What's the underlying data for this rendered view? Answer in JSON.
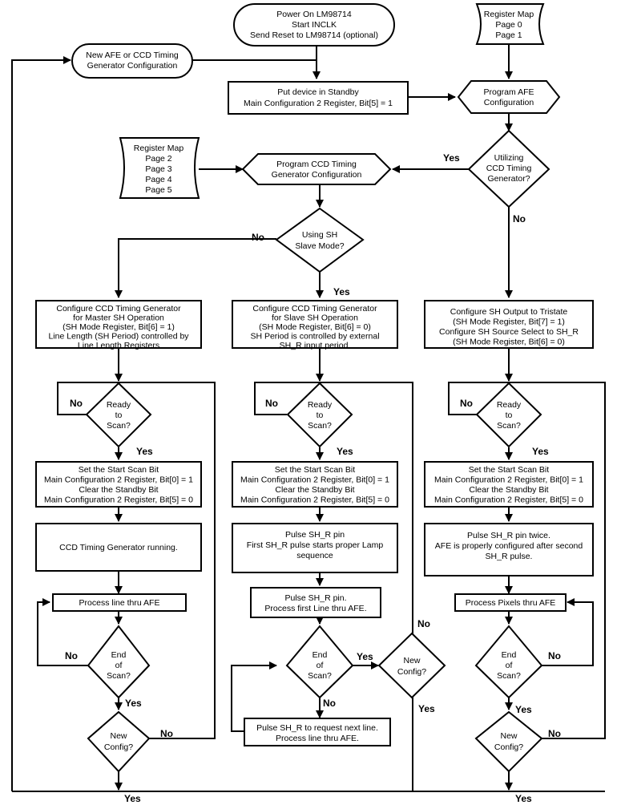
{
  "start": {
    "lines": [
      "Power On LM98714",
      "Start INCLK",
      "Send Reset to LM98714 (optional)"
    ]
  },
  "new_config": {
    "lines": [
      "New AFE or CCD Timing",
      "Generator Configuration"
    ]
  },
  "register_map_top": {
    "lines": [
      "Register Map",
      "Page 0",
      "Page 1"
    ]
  },
  "standby": {
    "lines": [
      "Put device in Standby",
      "Main Configuration 2 Register, Bit[5] = 1"
    ]
  },
  "program_afe": {
    "lines": [
      "Program AFE",
      "Configuration"
    ]
  },
  "register_map_left": {
    "lines": [
      "Register Map",
      "Page 2",
      "Page 3",
      "Page 4",
      "Page 5"
    ]
  },
  "program_ccd": {
    "lines": [
      "Program CCD Timing",
      "Generator Configuration"
    ]
  },
  "utilizing_ccd": {
    "lines": [
      "Utilizing",
      "CCD Timing",
      "Generator?"
    ]
  },
  "using_sh_slave": {
    "lines": [
      "Using SH",
      "Slave Mode?"
    ]
  },
  "labels": {
    "yes": "Yes",
    "no": "No"
  },
  "col_left": {
    "configure": [
      "Configure CCD Timing Generator",
      "for Master SH Operation",
      "(SH Mode Register, Bit[6] = 1)",
      "Line Length (SH Period) controlled by",
      "Line Length Registers"
    ],
    "ready": [
      "Ready",
      "to",
      "Scan?"
    ],
    "start_scan": [
      "Set the Start Scan Bit",
      "Main Configuration 2 Register, Bit[0] = 1",
      "Clear the Standby Bit",
      "Main Configuration 2 Register, Bit[5] = 0"
    ],
    "running": [
      "CCD Timing Generator running."
    ],
    "process": [
      "Process line thru AFE"
    ],
    "end_scan": [
      "End",
      "of",
      "Scan?"
    ],
    "new_config_q": [
      "New",
      "Config?"
    ]
  },
  "col_mid": {
    "configure": [
      "Configure CCD Timing Generator",
      "for Slave SH Operation",
      "(SH Mode Register, Bit[6] = 0)",
      "SH Period is controlled by external",
      "SH_R input period."
    ],
    "ready": [
      "Ready",
      "to",
      "Scan?"
    ],
    "start_scan": [
      "Set the Start Scan Bit",
      "Main Configuration 2 Register, Bit[0] = 1",
      "Clear the Standby Bit",
      "Main Configuration 2 Register, Bit[5] = 0"
    ],
    "pulse_first": [
      "Pulse SH_R pin",
      "First SH_R pulse starts proper Lamp",
      "sequence"
    ],
    "pulse_process": [
      "Pulse SH_R pin.",
      "Process first Line thru AFE."
    ],
    "end_scan": [
      "End",
      "of",
      "Scan?"
    ],
    "pulse_next": [
      "Pulse SH_R to request next line.",
      "Process line thru AFE."
    ],
    "new_config_q": [
      "New",
      "Config?"
    ]
  },
  "col_right": {
    "configure": [
      "Configure SH Output to Tristate",
      "(SH Mode Register, Bit[7] = 1)",
      "Configure SH Source Select to SH_R",
      "(SH Mode Register, Bit[6] = 0)"
    ],
    "ready": [
      "Ready",
      "to",
      "Scan?"
    ],
    "start_scan": [
      "Set the Start Scan Bit",
      "Main Configuration 2 Register, Bit[0] = 1",
      "Clear the Standby Bit",
      "Main Configuration 2 Register, Bit[5] = 0"
    ],
    "pulse_twice": [
      "Pulse SH_R pin twice.",
      "AFE is properly configured after second",
      "SH_R pulse."
    ],
    "process": [
      "Process Pixels thru AFE"
    ],
    "end_scan": [
      "End",
      "of",
      "Scan?"
    ],
    "new_config_q": [
      "New",
      "Config?"
    ]
  }
}
